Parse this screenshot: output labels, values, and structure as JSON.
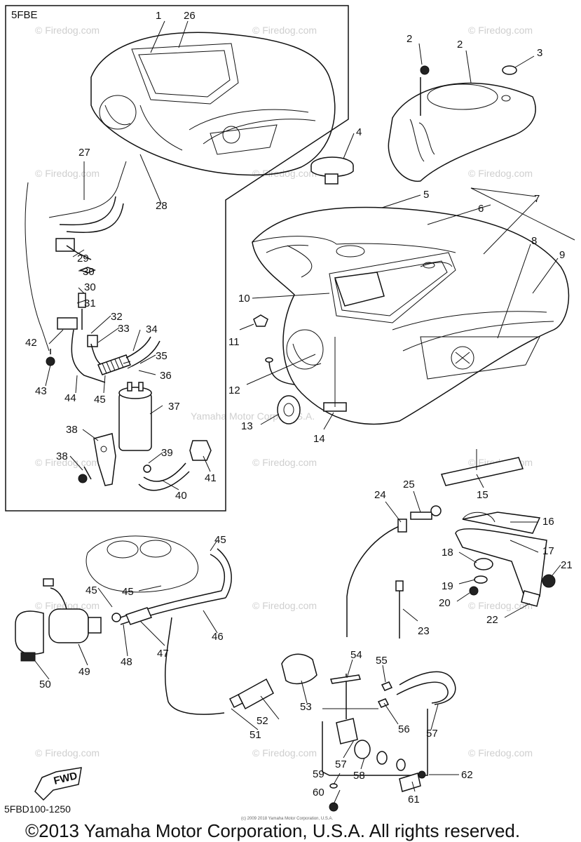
{
  "diagram": {
    "inset_label": "5FBE",
    "diagram_code": "5FBD100-1250",
    "copyright": "©2013 Yamaha Motor Corporation, U.S.A. All rights reserved.",
    "watermark": "© Firedog.com",
    "center_watermark": "Yamaha Motor Corp., U.S.A.",
    "tiny_credit": "(c) 2009 2018 Yamaha Motor Corporation, U.S.A.",
    "fwd_label": "FWD",
    "callouts": [
      "1",
      "2",
      "2",
      "3",
      "4",
      "5",
      "6",
      "7",
      "8",
      "9",
      "10",
      "11",
      "12",
      "13",
      "14",
      "15",
      "16",
      "17",
      "18",
      "19",
      "20",
      "21",
      "22",
      "23",
      "24",
      "25",
      "26",
      "27",
      "28",
      "29",
      "30",
      "30",
      "31",
      "32",
      "33",
      "34",
      "35",
      "36",
      "37",
      "38",
      "38",
      "39",
      "40",
      "41",
      "42",
      "43",
      "44",
      "45",
      "45",
      "45",
      "45",
      "46",
      "47",
      "48",
      "49",
      "50",
      "51",
      "52",
      "53",
      "54",
      "55",
      "56",
      "57",
      "57",
      "58",
      "59",
      "60",
      "61",
      "62"
    ]
  }
}
